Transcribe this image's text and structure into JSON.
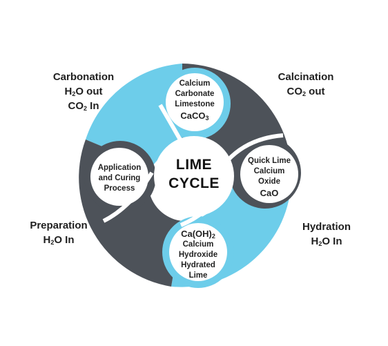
{
  "center": {
    "line1": "LIME",
    "line2": "CYCLE"
  },
  "stages": {
    "calcium_carbonate": {
      "lines": [
        "Calcium",
        "Carbonate",
        "Limestone"
      ],
      "formula": {
        "base": "CaCO",
        "sub": "3"
      }
    },
    "quick_lime": {
      "lines": [
        "Quick Lime",
        "Calcium",
        "Oxide"
      ],
      "formula": "CaO"
    },
    "calcium_hydroxide": {
      "formula": {
        "a": "Ca(OH)",
        "sub": "2"
      },
      "lines": [
        "Calcium",
        "Hydroxide",
        "Hydrated",
        "Lime"
      ]
    },
    "application": {
      "lines": [
        "Application",
        "and Curing",
        "Process"
      ]
    }
  },
  "processes": {
    "carbonation": {
      "title": "Carbonation",
      "line2": {
        "a": "H",
        "sub": "2",
        "b": "O out"
      },
      "line3": {
        "a": "CO",
        "sub": "2",
        "b": " In"
      }
    },
    "calcination": {
      "title": "Calcination",
      "line2": {
        "a": "CO",
        "sub": "2",
        "b": " out"
      }
    },
    "hydration": {
      "title": "Hydration",
      "line2": {
        "a": "H",
        "sub": "2",
        "b": "O In"
      }
    },
    "preparation": {
      "title": "Preparation",
      "line2": {
        "a": "H",
        "sub": "2",
        "b": "O In"
      }
    }
  },
  "colors": {
    "blue": "#6dcdea",
    "dark": "#4d5259",
    "white": "#ffffff"
  }
}
